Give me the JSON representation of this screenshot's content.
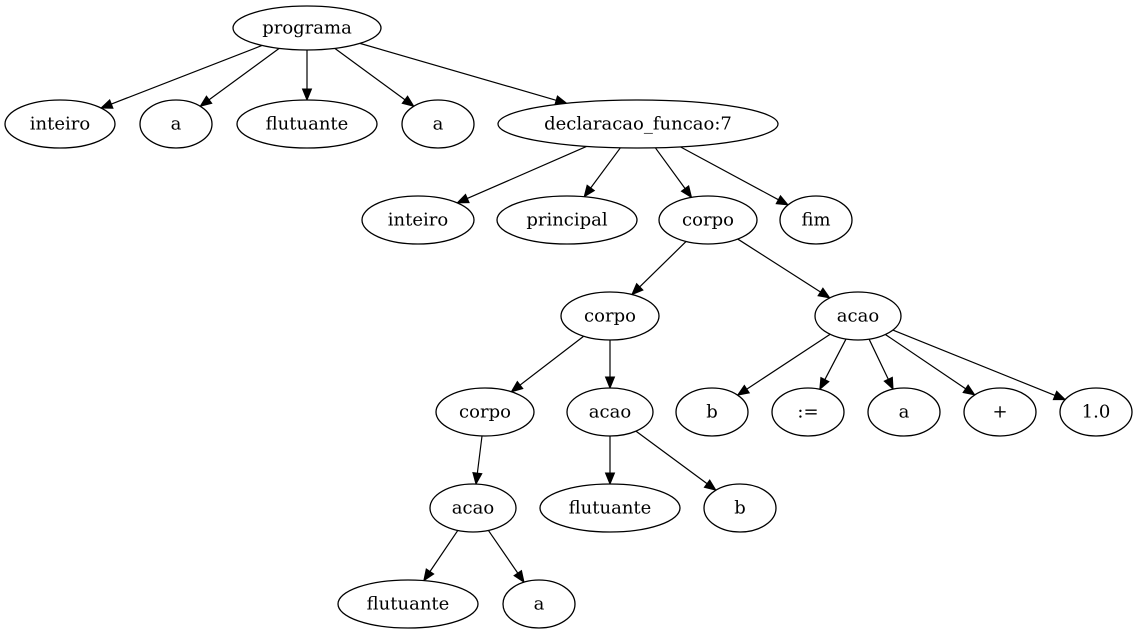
{
  "tree": {
    "nodes": [
      {
        "id": "programa",
        "label": "programa"
      },
      {
        "id": "n_inteiro1",
        "label": "inteiro"
      },
      {
        "id": "n_a1",
        "label": "a"
      },
      {
        "id": "n_flutuante1",
        "label": "flutuante"
      },
      {
        "id": "n_a2",
        "label": "a"
      },
      {
        "id": "decl",
        "label": "declaracao_funcao:7"
      },
      {
        "id": "n_inteiro2",
        "label": "inteiro"
      },
      {
        "id": "principal",
        "label": "principal"
      },
      {
        "id": "corpo1",
        "label": "corpo"
      },
      {
        "id": "fim",
        "label": "fim"
      },
      {
        "id": "corpo2",
        "label": "corpo"
      },
      {
        "id": "acao1",
        "label": "acao"
      },
      {
        "id": "corpo3",
        "label": "corpo"
      },
      {
        "id": "acao2",
        "label": "acao"
      },
      {
        "id": "n_b1",
        "label": "b"
      },
      {
        "id": "assign",
        "label": ":="
      },
      {
        "id": "n_a3",
        "label": "a"
      },
      {
        "id": "plus",
        "label": "+"
      },
      {
        "id": "num",
        "label": "1.0"
      },
      {
        "id": "acao3",
        "label": "acao"
      },
      {
        "id": "n_flutuante2",
        "label": "flutuante"
      },
      {
        "id": "n_b2",
        "label": "b"
      },
      {
        "id": "n_flutuante3",
        "label": "flutuante"
      },
      {
        "id": "n_a4",
        "label": "a"
      }
    ],
    "edges": [
      [
        "programa",
        "n_inteiro1"
      ],
      [
        "programa",
        "n_a1"
      ],
      [
        "programa",
        "n_flutuante1"
      ],
      [
        "programa",
        "n_a2"
      ],
      [
        "programa",
        "decl"
      ],
      [
        "decl",
        "n_inteiro2"
      ],
      [
        "decl",
        "principal"
      ],
      [
        "decl",
        "corpo1"
      ],
      [
        "decl",
        "fim"
      ],
      [
        "corpo1",
        "corpo2"
      ],
      [
        "corpo1",
        "acao1"
      ],
      [
        "corpo2",
        "corpo3"
      ],
      [
        "corpo2",
        "acao2"
      ],
      [
        "acao1",
        "n_b1"
      ],
      [
        "acao1",
        "assign"
      ],
      [
        "acao1",
        "n_a3"
      ],
      [
        "acao1",
        "plus"
      ],
      [
        "acao1",
        "num"
      ],
      [
        "corpo3",
        "acao3"
      ],
      [
        "acao2",
        "n_flutuante2"
      ],
      [
        "acao2",
        "n_b2"
      ],
      [
        "acao3",
        "n_flutuante3"
      ],
      [
        "acao3",
        "n_a4"
      ]
    ]
  }
}
